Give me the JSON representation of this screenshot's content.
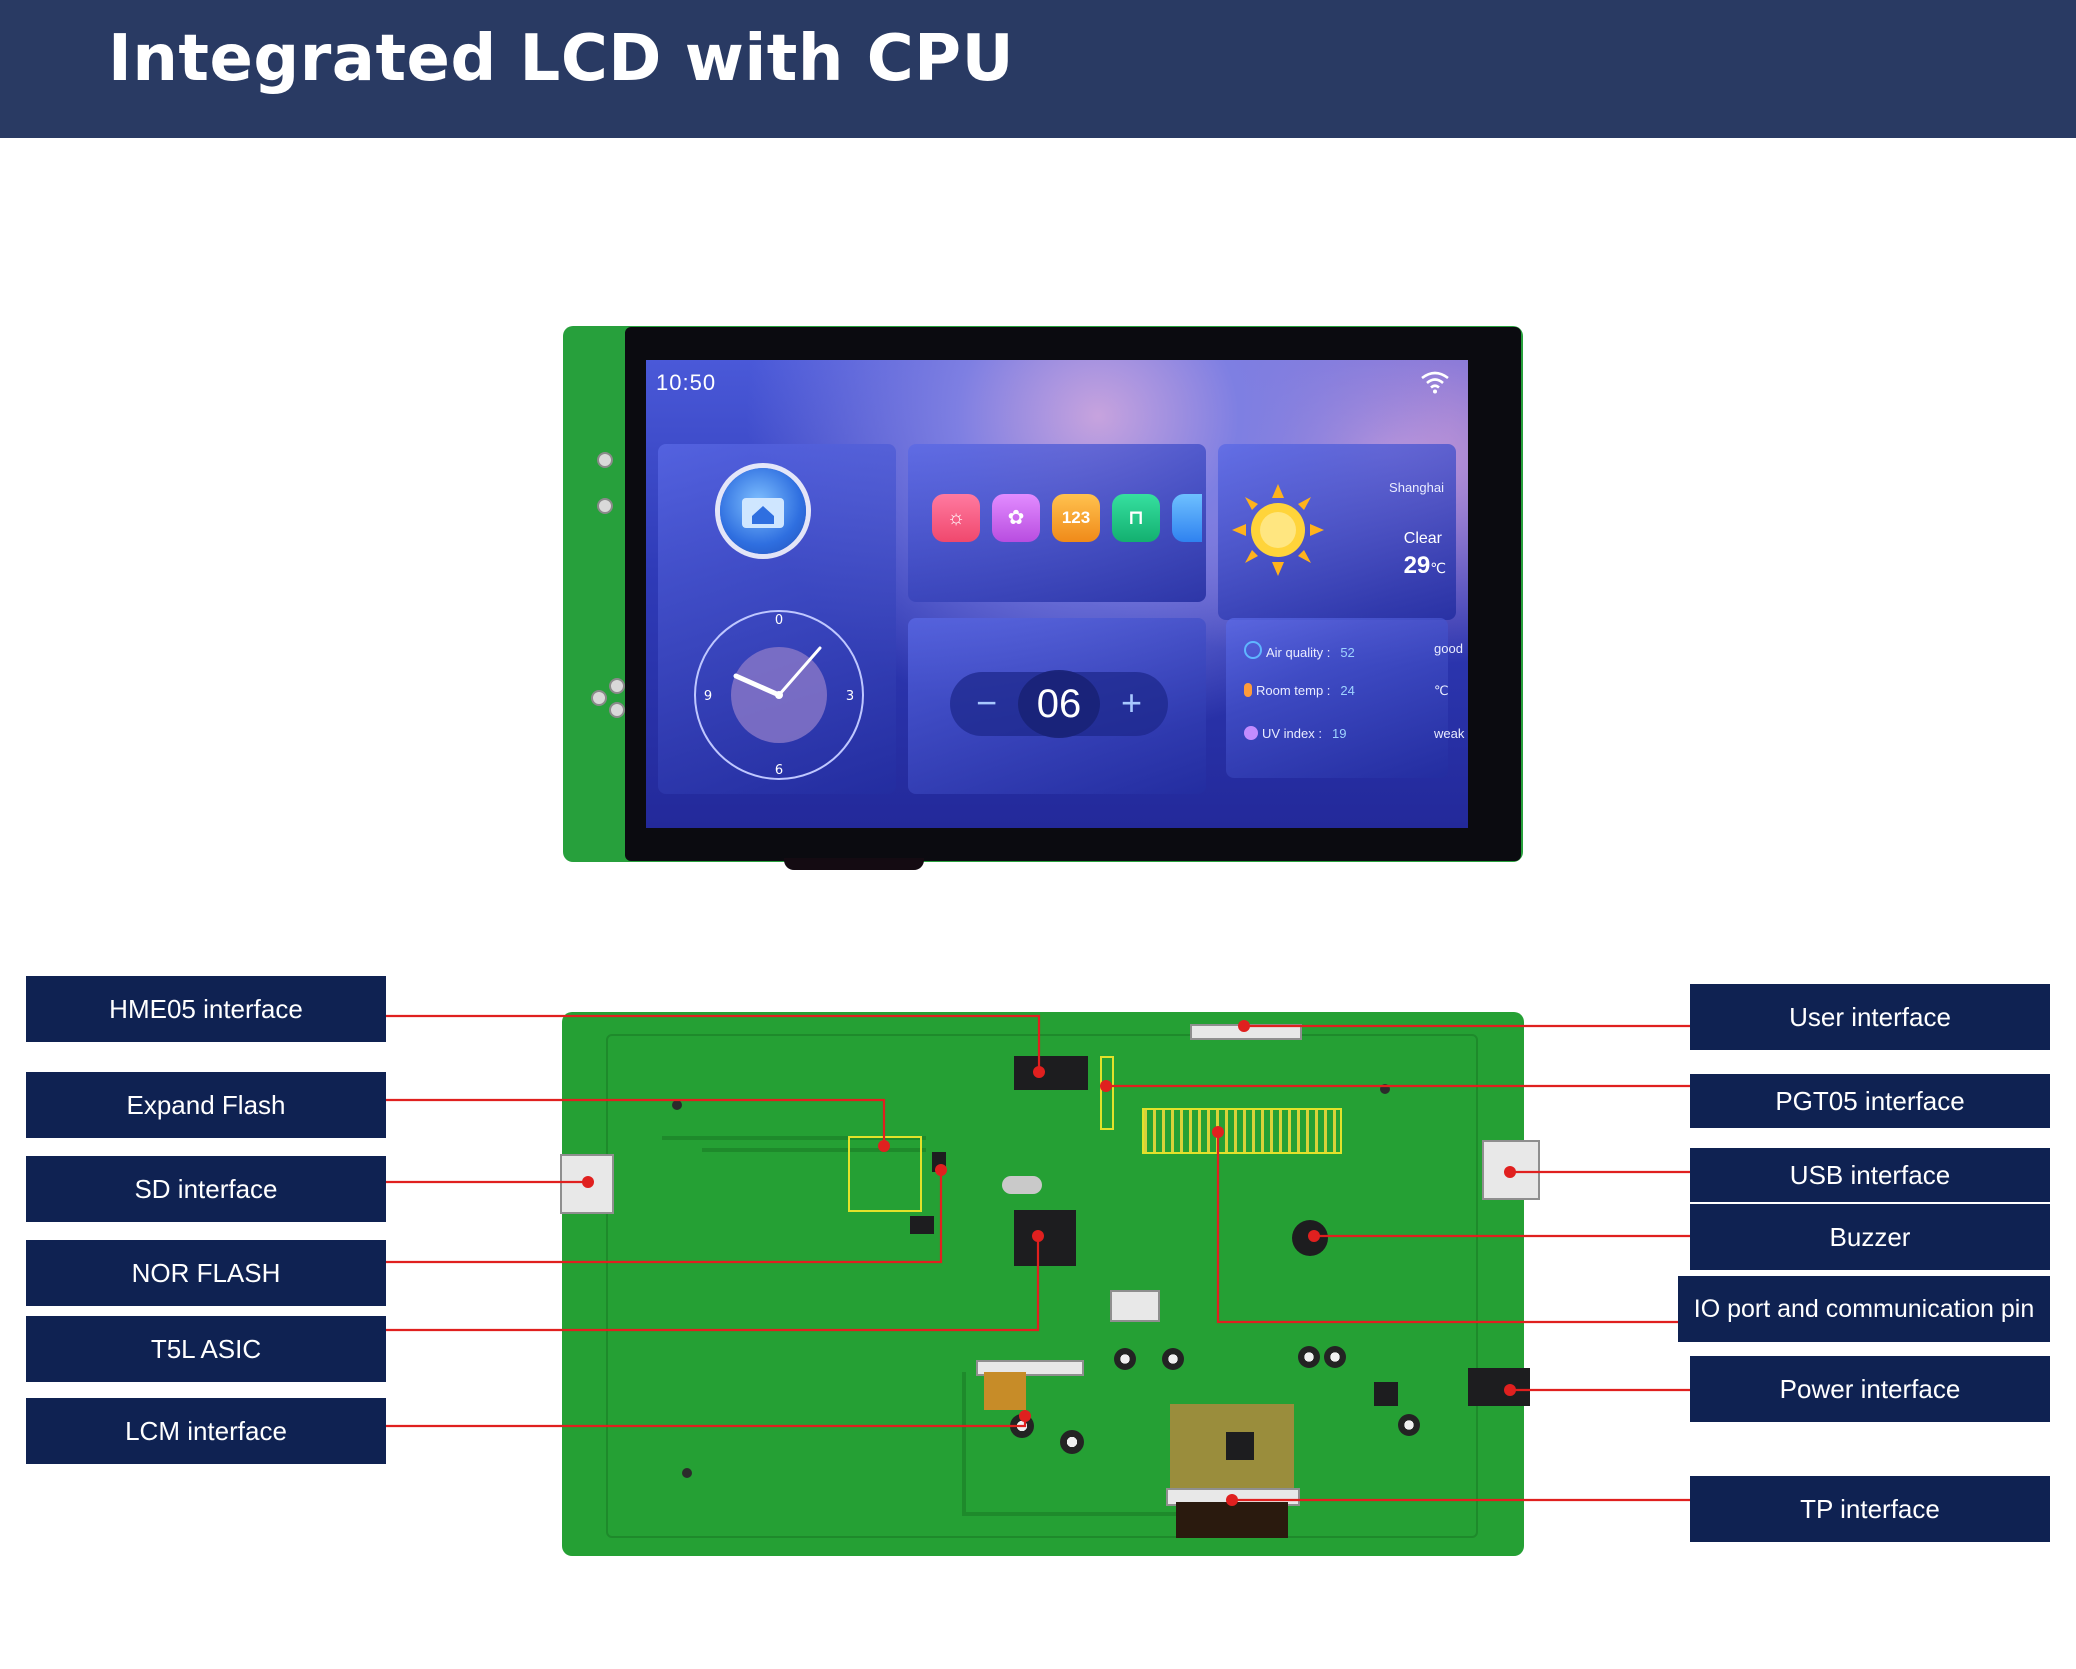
{
  "header": {
    "title": "Integrated LCD with CPU"
  },
  "screen_ui": {
    "time": "10:50",
    "city": "Shanghai",
    "condition": "Clear",
    "temperature": "29",
    "temp_unit": "℃",
    "stepper_value": "06",
    "stepper_minus": "−",
    "stepper_plus": "+",
    "clock_marks": [
      "0",
      "3",
      "6",
      "9"
    ],
    "app_icon_label": "123",
    "air_quality": {
      "label": "Air quality :",
      "value": "52",
      "status": "good"
    },
    "room_temp": {
      "label": "Room temp :",
      "value": "24",
      "status": "℃"
    },
    "uv_index": {
      "label": "UV index :",
      "value": "19",
      "status": "weak"
    }
  },
  "labels_left": [
    "HME05 interface",
    "Expand Flash",
    "SD interface",
    "NOR FLASH",
    "T5L ASIC",
    "LCM interface"
  ],
  "labels_right": [
    "User interface",
    "PGT05 interface",
    "USB interface",
    "Buzzer",
    "IO port and communication pin",
    "Power interface",
    "TP interface"
  ],
  "colors": {
    "header": "#293a63",
    "label_bg": "#0f2252",
    "pcb": "#25a034",
    "leader_line": "#e0201f"
  }
}
